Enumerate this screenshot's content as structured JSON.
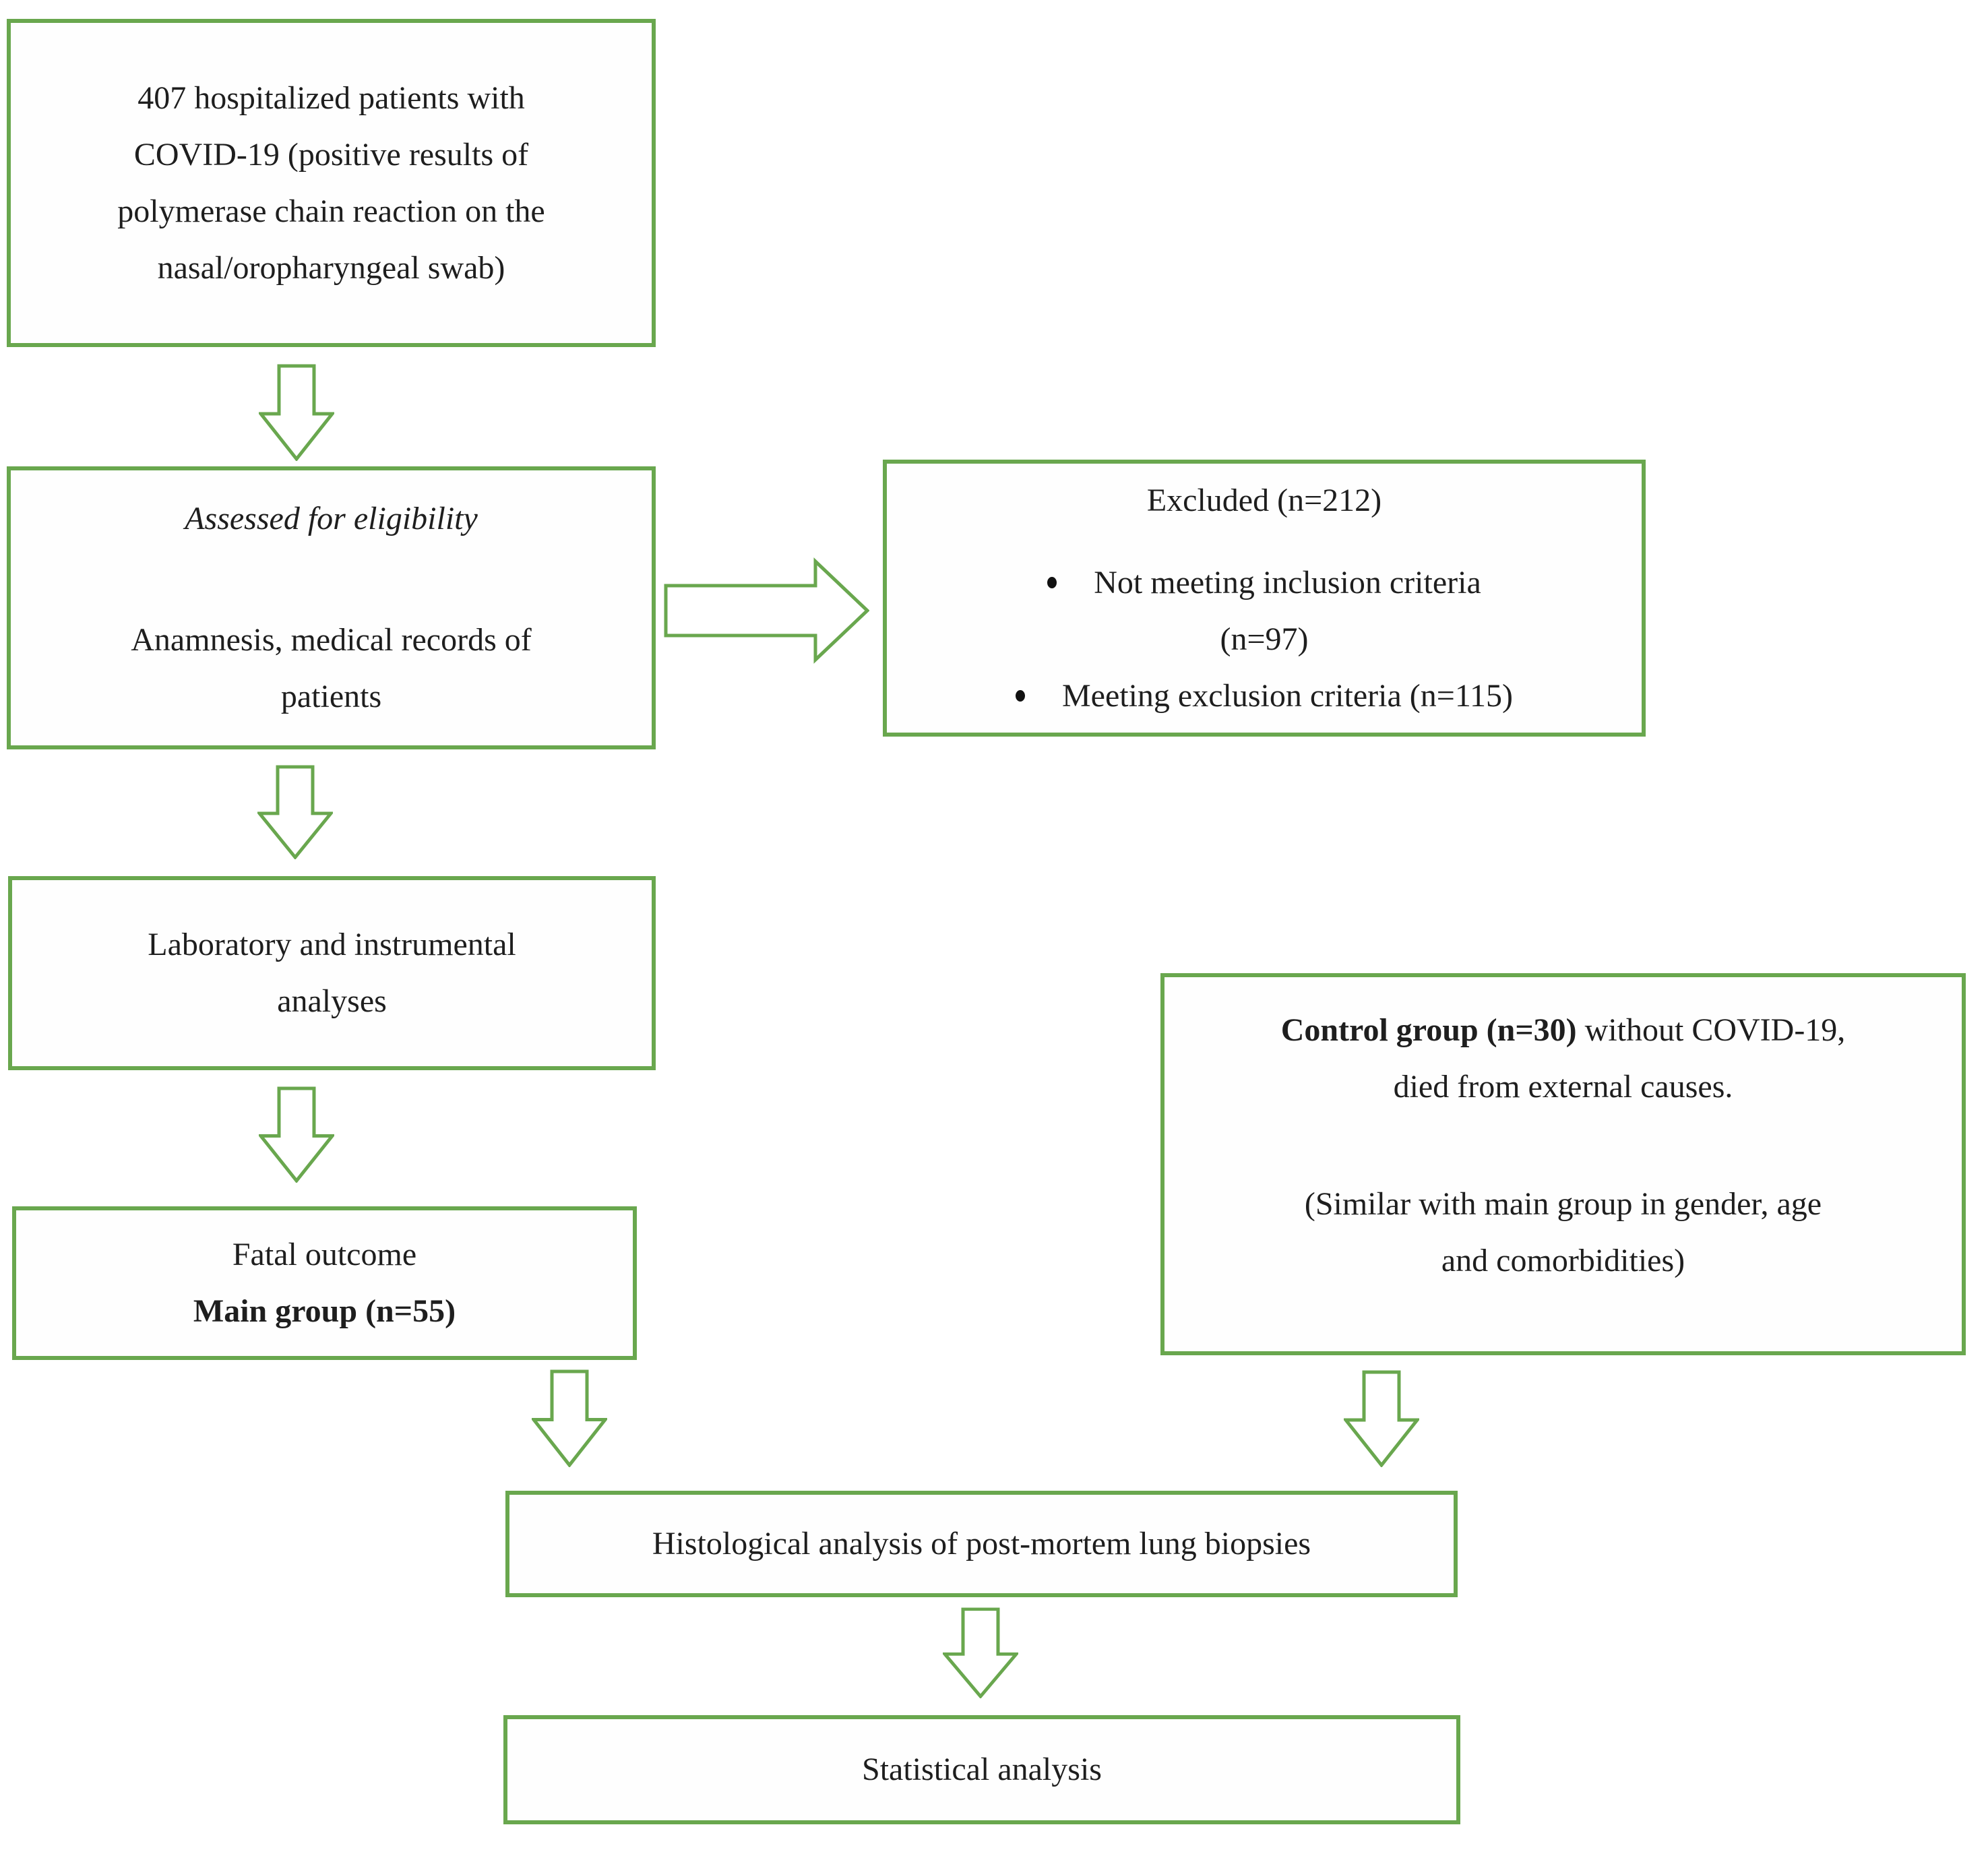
{
  "figure": {
    "accent_green": "#69a74e",
    "text_color": "#1e1e1e",
    "background": "#ffffff"
  },
  "boxes": {
    "patients": {
      "lines": [
        "407 hospitalized patients with",
        "COVID-19 (positive results of",
        "polymerase chain reaction on the",
        "nasal/oropharyngeal swab)"
      ]
    },
    "eligibility": {
      "title": "Assessed for eligibility",
      "body_lines": [
        "Anamnesis, medical records of",
        "patients"
      ]
    },
    "excluded": {
      "title": "Excluded (n=212)",
      "bullets": [
        {
          "line1": "Not meeting inclusion criteria",
          "line2": "(n=97)"
        },
        {
          "line1": "Meeting exclusion criteria (n=115)"
        }
      ]
    },
    "laboratory": {
      "lines": [
        "Laboratory and instrumental",
        "analyses"
      ]
    },
    "fatal": {
      "line1": "Fatal outcome",
      "line2_bold": "Main group (n=55)"
    },
    "control": {
      "bold_lead": "Control group (n=30)",
      "line1_rest": " without COVID-19,",
      "line2": "died from external causes.",
      "line3": "(Similar with main group in gender, age",
      "line4": "and comorbidities)"
    },
    "histological": {
      "text": "Histological analysis of post-mortem lung biopsies"
    },
    "statistical": {
      "text": "Statistical analysis"
    }
  }
}
